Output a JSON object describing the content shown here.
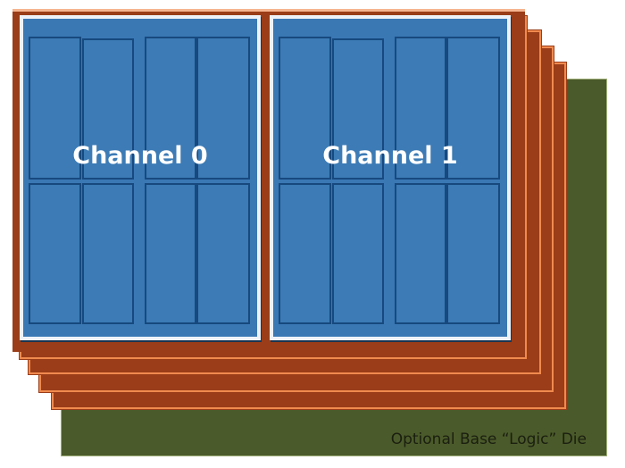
{
  "diagram": {
    "channels": [
      {
        "label": "Channel 0"
      },
      {
        "label": "Channel 1"
      }
    ],
    "base_die_label": "Optional Base “Logic” Die",
    "colors": {
      "bank": "#3c7bb5",
      "dram_layer": "#9a3d18",
      "layer_edge": "#f08a4e",
      "base_die": "#4b5a2a"
    }
  }
}
